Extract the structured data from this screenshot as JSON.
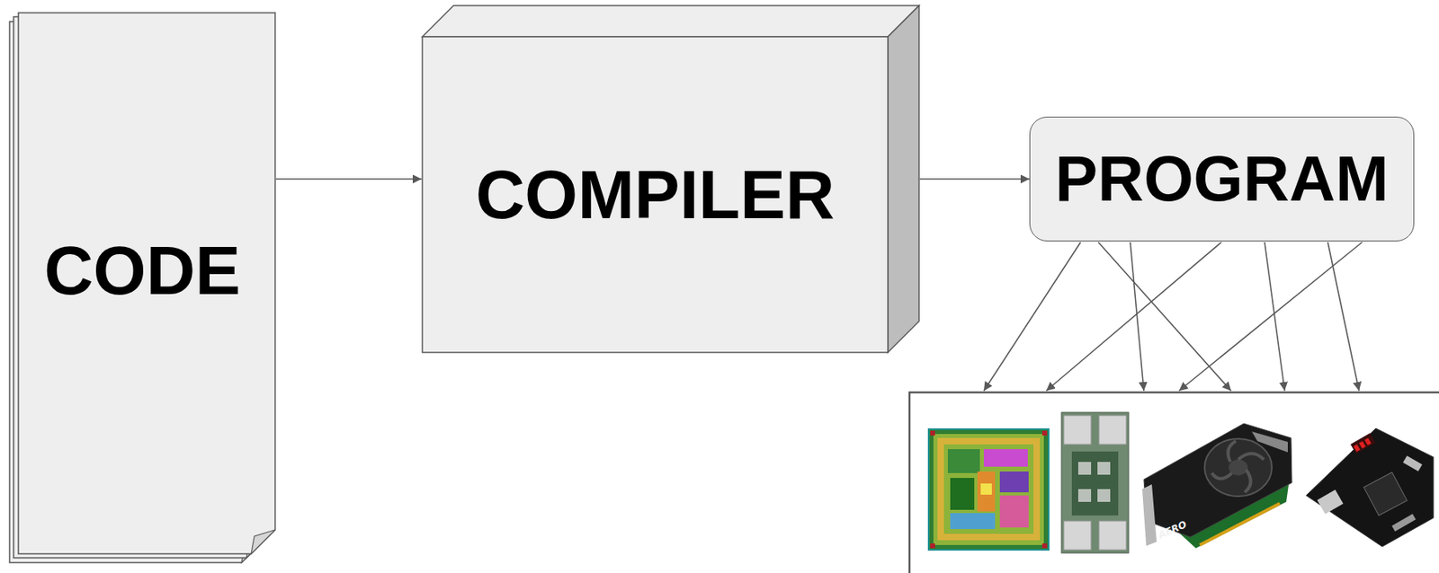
{
  "diagram": {
    "nodes": [
      {
        "text": [
          "CODE"
        ]
      },
      {
        "text": [
          "COMPILER"
        ]
      },
      {
        "text": [
          "PROGRAM"
        ]
      }
    ],
    "edges": [
      {
        "from": 0,
        "to": 1,
        "arrow": "to"
      },
      {
        "from": 1,
        "to": 2,
        "arrow": "to"
      }
    ],
    "labels": [
      "AERO"
    ]
  }
}
